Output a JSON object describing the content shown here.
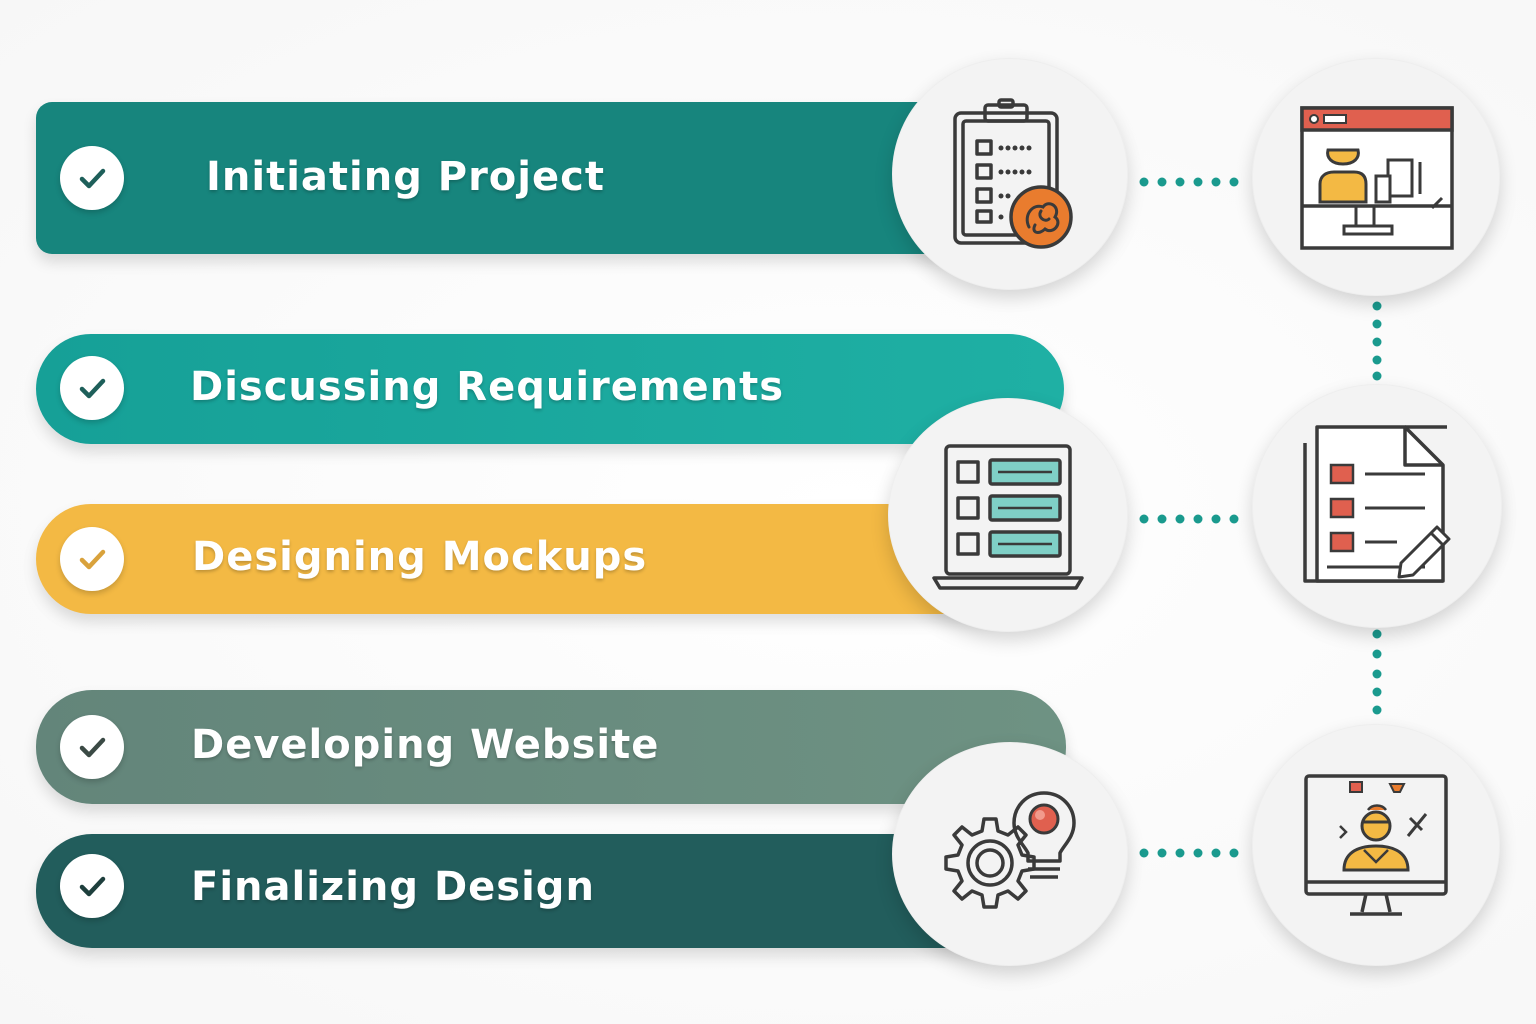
{
  "colors": {
    "teal_dark": "#17857d",
    "teal": "#1aa59b",
    "yellow": "#f3b944",
    "sage": "#6c8e7f",
    "deep_teal": "#225d5c",
    "connector": "#1a9a8e",
    "icon_orange": "#e97c2e",
    "icon_red": "#e0604f",
    "icon_teal": "#7fcfc6",
    "icon_outline": "#3a3a3a"
  },
  "steps": [
    {
      "label": "Initiating Project",
      "color": "#17857d",
      "check_color": "#1e5f5a",
      "icon": "clipboard-checklist-icon"
    },
    {
      "label": "Discussing Requirements",
      "color": "#1aa59b",
      "check_color": "#1e5f5a",
      "icon": "none"
    },
    {
      "label": "Designing Mockups",
      "color": "#f3b944",
      "check_color": "#d9a23c",
      "icon": "laptop-wireframe-icon"
    },
    {
      "label": "Developing Website",
      "color": "#6c8e7f",
      "check_color": "#3b4a45",
      "icon": "none"
    },
    {
      "label": "Finalizing Design",
      "color": "#225d5c",
      "check_color": "#1e3f3d",
      "icon": "gear-lightbulb-icon"
    }
  ],
  "side_icons": [
    "browser-workspace-icon",
    "document-checklist-pencil-icon",
    "monitor-character-icon"
  ]
}
